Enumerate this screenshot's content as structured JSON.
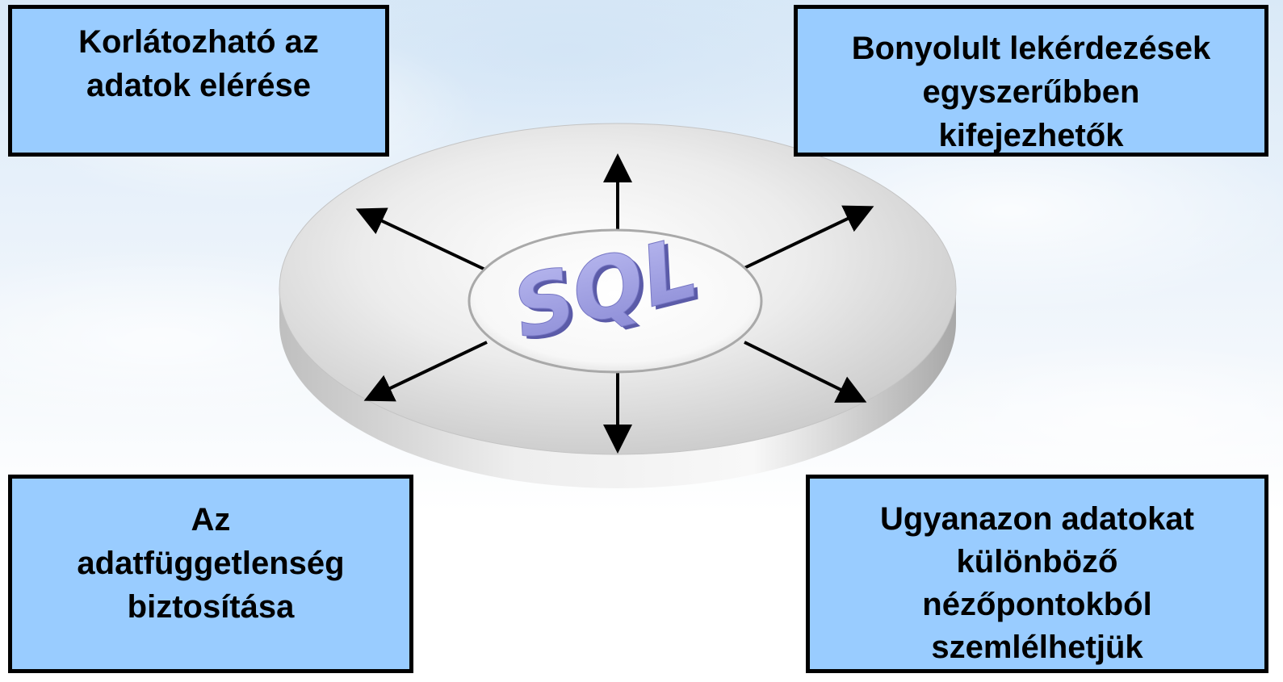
{
  "boxes": {
    "top_left": [
      "Korlátozható az",
      "adatok elérése"
    ],
    "top_right": [
      "Bonyolult lekérdezések",
      "egyszerűbben",
      "kifejezhetők"
    ],
    "bottom_left": [
      "Az",
      "adatfüggetlenség",
      "biztosítása"
    ],
    "bottom_right": [
      "Ugyanazon adatokat",
      "különböző",
      "nézőpontokból",
      "szemlélhetjük"
    ]
  },
  "center_label": "SQL",
  "colors": {
    "box_fill": "#99ccff",
    "box_border": "#000000",
    "sql_text": "#9999dd",
    "disk": "#e6e6e6"
  }
}
